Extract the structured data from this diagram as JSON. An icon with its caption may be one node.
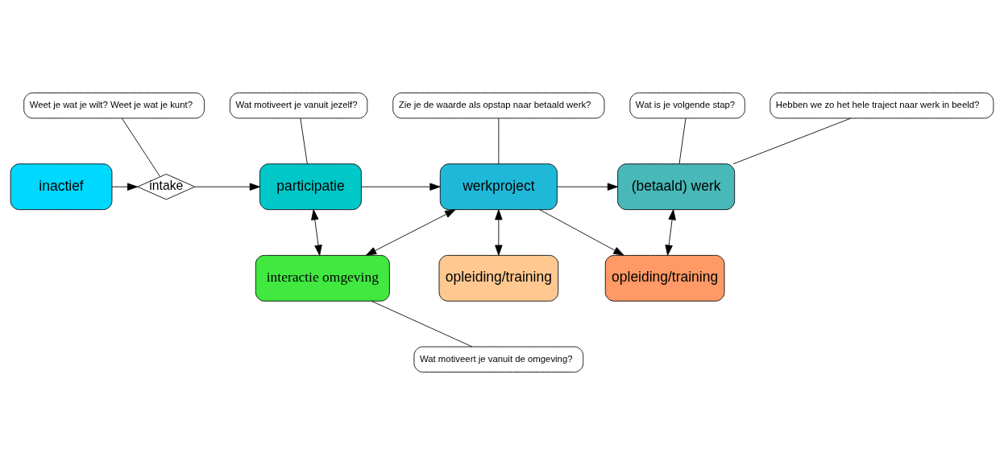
{
  "diagram": {
    "nodes": [
      {
        "text": [
          "inactief"
        ]
      },
      {
        "text": [
          "intake"
        ]
      },
      {
        "text": [
          "participatie"
        ]
      },
      {
        "text": [
          "werkproject"
        ]
      },
      {
        "text": [
          "(betaald) werk"
        ]
      },
      {
        "text": [
          "interactie omgeving"
        ]
      },
      {
        "text": [
          "opleiding/training"
        ]
      },
      {
        "text": [
          "opleiding/training"
        ]
      },
      {
        "text": [
          "Weet je wat je wilt? Weet je wat je kunt?"
        ]
      },
      {
        "text": [
          "Wat motiveert je vanuit jezelf?"
        ]
      },
      {
        "text": [
          "Zie je de waarde als opstap naar betaald werk?"
        ]
      },
      {
        "text": [
          "Wat is je volgende stap?"
        ]
      },
      {
        "text": [
          "Hebben we zo het hele traject naar werk in beeld?"
        ]
      },
      {
        "text": [
          "Wat motiveert je vanuit de omgeving?"
        ]
      }
    ],
    "edges": [
      {
        "from": 0,
        "to": 1,
        "arrow": "to"
      },
      {
        "from": 1,
        "to": 2,
        "arrow": "to"
      },
      {
        "from": 2,
        "to": 3,
        "arrow": "to"
      },
      {
        "from": 3,
        "to": 4,
        "arrow": "to"
      },
      {
        "from": 2,
        "to": 5,
        "arrow": "both"
      },
      {
        "from": 3,
        "to": 5,
        "arrow": "both"
      },
      {
        "from": 3,
        "to": 6,
        "arrow": "both"
      },
      {
        "from": 3,
        "to": 7,
        "arrow": "to"
      },
      {
        "from": 4,
        "to": 7,
        "arrow": "both"
      },
      {
        "from": 8,
        "to": 1,
        "arrow": "none"
      },
      {
        "from": 9,
        "to": 2,
        "arrow": "none"
      },
      {
        "from": 10,
        "to": 3,
        "arrow": "none"
      },
      {
        "from": 11,
        "to": 4,
        "arrow": "none"
      },
      {
        "from": 12,
        "to": 4,
        "arrow": "none"
      },
      {
        "from": 13,
        "to": 5,
        "arrow": "none"
      }
    ]
  }
}
